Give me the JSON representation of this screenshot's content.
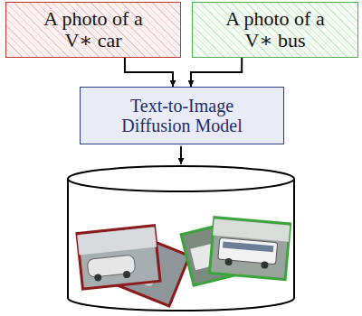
{
  "diagram": {
    "nodes": [
      {
        "text": [
          "A photo of a V∗ car"
        ]
      },
      {
        "text": [
          "A photo of a V∗ bus"
        ]
      },
      {
        "text": [
          "Text-to-Image Diffusion Model"
        ]
      }
    ],
    "edges": [
      {
        "from": 0,
        "to": 2,
        "arrow": "to"
      },
      {
        "from": 1,
        "to": 2,
        "arrow": "to"
      }
    ]
  }
}
